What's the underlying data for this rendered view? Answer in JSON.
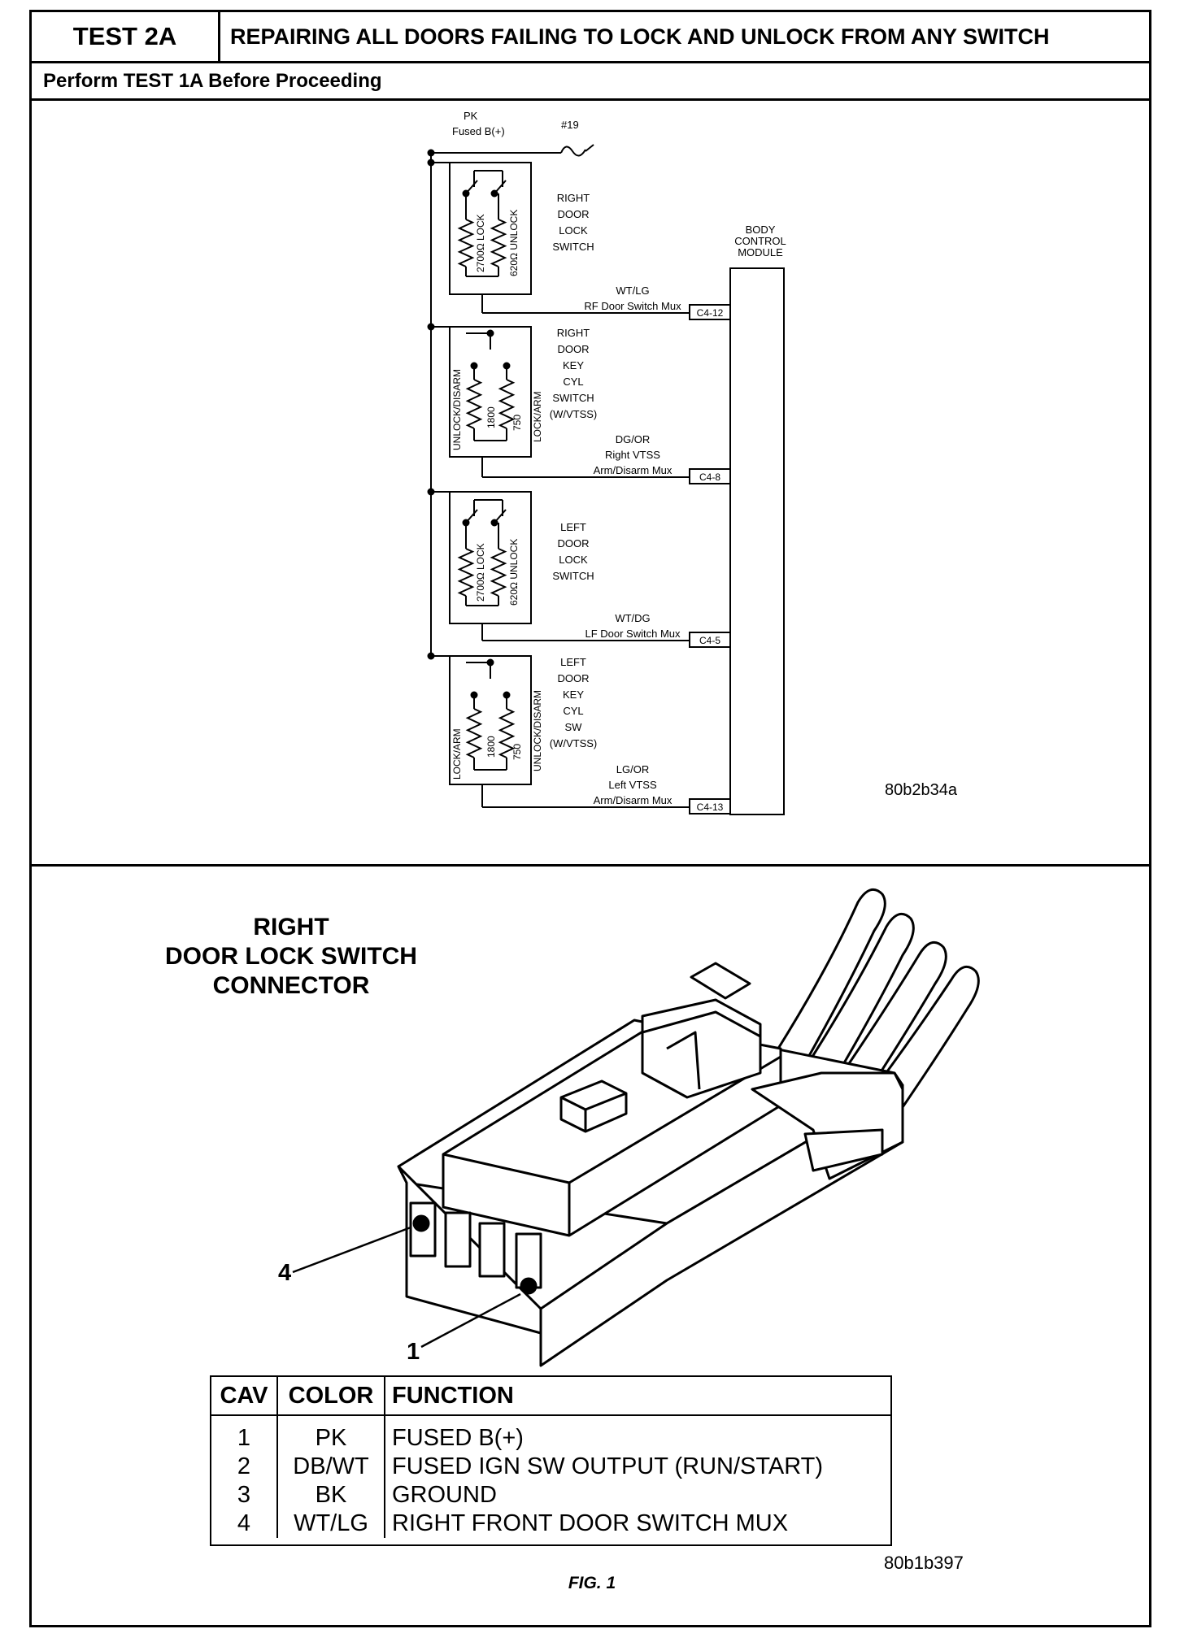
{
  "header": {
    "test_label": "TEST 2A",
    "title": "REPAIRING ALL DOORS FAILING TO LOCK AND UNLOCK FROM ANY SWITCH",
    "subtitle": "Perform TEST 1A Before Proceeding"
  },
  "schematic": {
    "power_wire": {
      "color": "PK",
      "label": "Fused B(+)",
      "fuse": "#19"
    },
    "module": [
      "BODY",
      "CONTROL",
      "MODULE"
    ],
    "switches": [
      {
        "name": [
          "RIGHT",
          "DOOR",
          "LOCK",
          "SWITCH"
        ],
        "res_a": "2700Ω LOCK",
        "res_b": "620Ω UNLOCK",
        "wire_color": "WT/LG",
        "wire_name": [
          "RF Door Switch Mux"
        ],
        "pin": "C4-12"
      },
      {
        "name": [
          "RIGHT",
          "DOOR",
          "KEY",
          "CYL",
          "SWITCH",
          "(W/VTSS)"
        ],
        "res_a": "1800",
        "res_b": "750",
        "side_a": "UNLOCK/DISARM",
        "side_b": "LOCK/ARM",
        "wire_color": "DG/OR",
        "wire_name": [
          "Right VTSS",
          "Arm/Disarm Mux"
        ],
        "pin": "C4-8"
      },
      {
        "name": [
          "LEFT",
          "DOOR",
          "LOCK",
          "SWITCH"
        ],
        "res_a": "2700Ω LOCK",
        "res_b": "620Ω UNLOCK",
        "wire_color": "WT/DG",
        "wire_name": [
          "LF Door Switch Mux"
        ],
        "pin": "C4-5"
      },
      {
        "name": [
          "LEFT",
          "DOOR",
          "KEY",
          "CYL",
          "SW",
          "(W/VTSS)"
        ],
        "res_a": "1800",
        "res_b": "750",
        "side_a": "LOCK/ARM",
        "side_b": "UNLOCK/DISARM",
        "wire_color": "LG/OR",
        "wire_name": [
          "Left VTSS",
          "Arm/Disarm Mux"
        ],
        "pin": "C4-13"
      }
    ],
    "figure_code": "80b2b34a"
  },
  "connector": {
    "title": [
      "RIGHT",
      "DOOR LOCK SWITCH",
      "CONNECTOR"
    ],
    "callout_4": "4",
    "callout_1": "1",
    "table": {
      "headers": [
        "CAV",
        "COLOR",
        "FUNCTION"
      ],
      "rows": [
        [
          "1",
          "PK",
          "FUSED B(+)"
        ],
        [
          "2",
          "DB/WT",
          "FUSED IGN SW OUTPUT (RUN/START)"
        ],
        [
          "3",
          "BK",
          "GROUND"
        ],
        [
          "4",
          "WT/LG",
          "RIGHT FRONT DOOR SWITCH MUX"
        ]
      ]
    },
    "figure_code": "80b1b397",
    "fig_label": "FIG. 1"
  }
}
